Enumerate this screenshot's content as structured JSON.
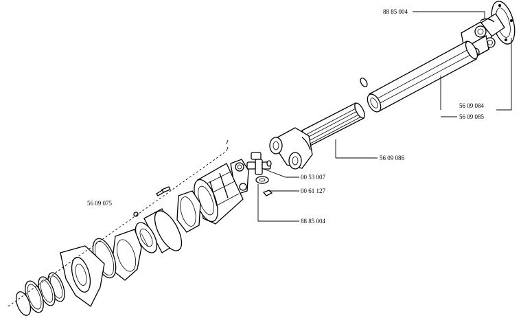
{
  "labels": {
    "top_joint": "88 85 004",
    "shaft_tube_a": "56 09 084",
    "shaft_tube_b": "56 09 085",
    "spline_shaft": "56 09 086",
    "grease_nipple_a": "00 53 007",
    "grease_nipple_b": "00 61 127",
    "lower_joint": "88 85 004",
    "guard_assembly": "56 09 075"
  },
  "colors": {
    "line": "#000000",
    "background": "#ffffff"
  }
}
